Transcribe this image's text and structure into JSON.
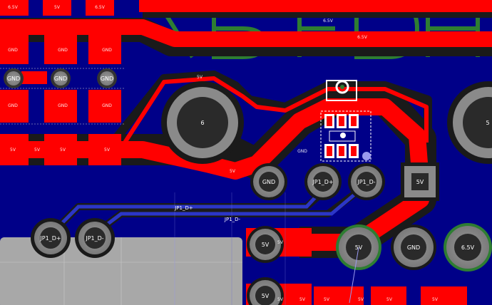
{
  "silkscreen_text": "DBFOX",
  "pads": {
    "gnd": "GND",
    "v5": "5V",
    "v65": "6.5V",
    "six": "6",
    "five": "5",
    "jp1_dp": "JP1_D+",
    "jp1_dm": "JP1_D-"
  },
  "nets": {
    "v5": "5V",
    "v65": "6.5V",
    "gnd": "GND",
    "jp1_dp": "JP1_D+",
    "jp1_dm": "JP1_D-"
  },
  "colors": {
    "board": "#000088",
    "copper": "#ff0000",
    "silk": "#2e7d32",
    "pad": "#8a8a8a",
    "hole": "#2a2a2a",
    "dark_track": "#1a1a1a",
    "highlight_track": "#2c36c8",
    "cutout": "#a8a8a8"
  }
}
